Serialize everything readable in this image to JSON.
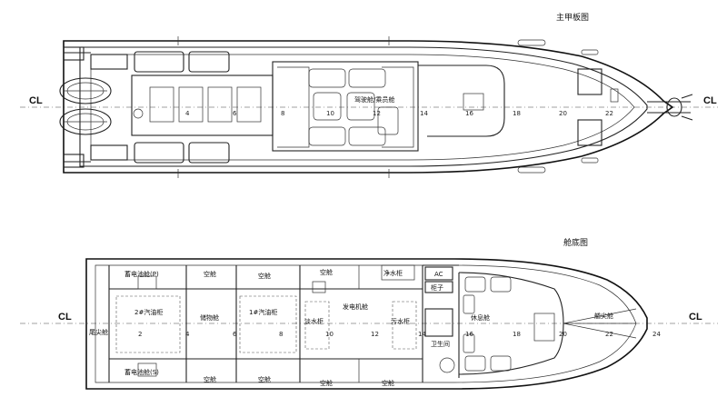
{
  "deck_plan": {
    "title": "主甲板图",
    "cl_left": "CL",
    "cl_right": "CL",
    "frames": [
      "4",
      "6",
      "8",
      "10",
      "12",
      "14",
      "16",
      "18",
      "20",
      "22"
    ],
    "labels": {
      "wheelhouse": "驾驶舱/乘员舱"
    }
  },
  "bottom_plan": {
    "title": "舱底图",
    "cl_left": "CL",
    "cl_right": "CL",
    "frames": [
      "2",
      "4",
      "6",
      "8",
      "10",
      "12",
      "14",
      "16",
      "18",
      "20",
      "22",
      "24"
    ],
    "labels": {
      "tail_peak": "尾尖舱",
      "battery_p": "蓄电池舱(P)",
      "battery_s": "蓄电池舱(S)",
      "fuel_2": "2#汽油柜",
      "fuel_1": "1#汽油柜",
      "storage": "储物舱",
      "water_tank": "淡水柜",
      "generator": "发电机舱",
      "oily_water": "污水柜",
      "drain": "净水柜",
      "ac": "AC",
      "cabinet": "柜子",
      "lounge": "休息舱",
      "toilet": "卫生间",
      "fore_peak": "艏尖舱",
      "void": "空舱"
    }
  }
}
